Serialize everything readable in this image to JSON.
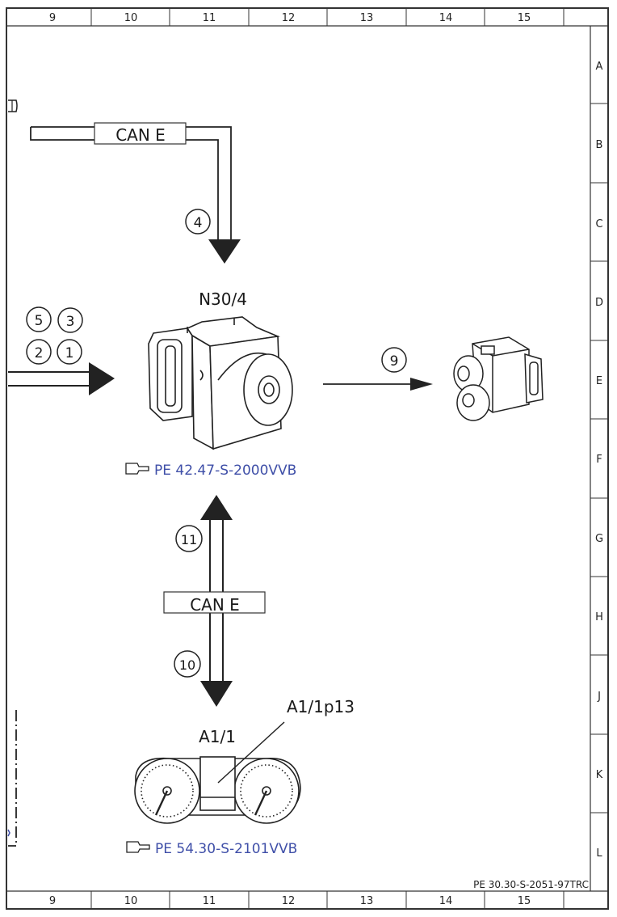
{
  "frame": {
    "columns": [
      "9",
      "10",
      "11",
      "12",
      "13",
      "14",
      "15"
    ],
    "rows": [
      "A",
      "B",
      "C",
      "D",
      "E",
      "F",
      "G",
      "H",
      "J",
      "K",
      "L"
    ],
    "doc_id": "PE 30.30-S-2051-97TRC"
  },
  "bus": {
    "top_label": "CAN E",
    "bottom_label": "CAN E"
  },
  "signals": {
    "s4": "4",
    "s5": "5",
    "s3": "3",
    "s2": "2",
    "s1": "1",
    "s9": "9",
    "s11": "11",
    "s10": "10"
  },
  "components": {
    "abs_unit": {
      "name": "N30/4",
      "ref": "PE 42.47-S-2000VVB"
    },
    "cluster": {
      "name": "A1/1",
      "display": "A1/1p13",
      "ref": "PE 54.30-S-2101VVB"
    }
  }
}
